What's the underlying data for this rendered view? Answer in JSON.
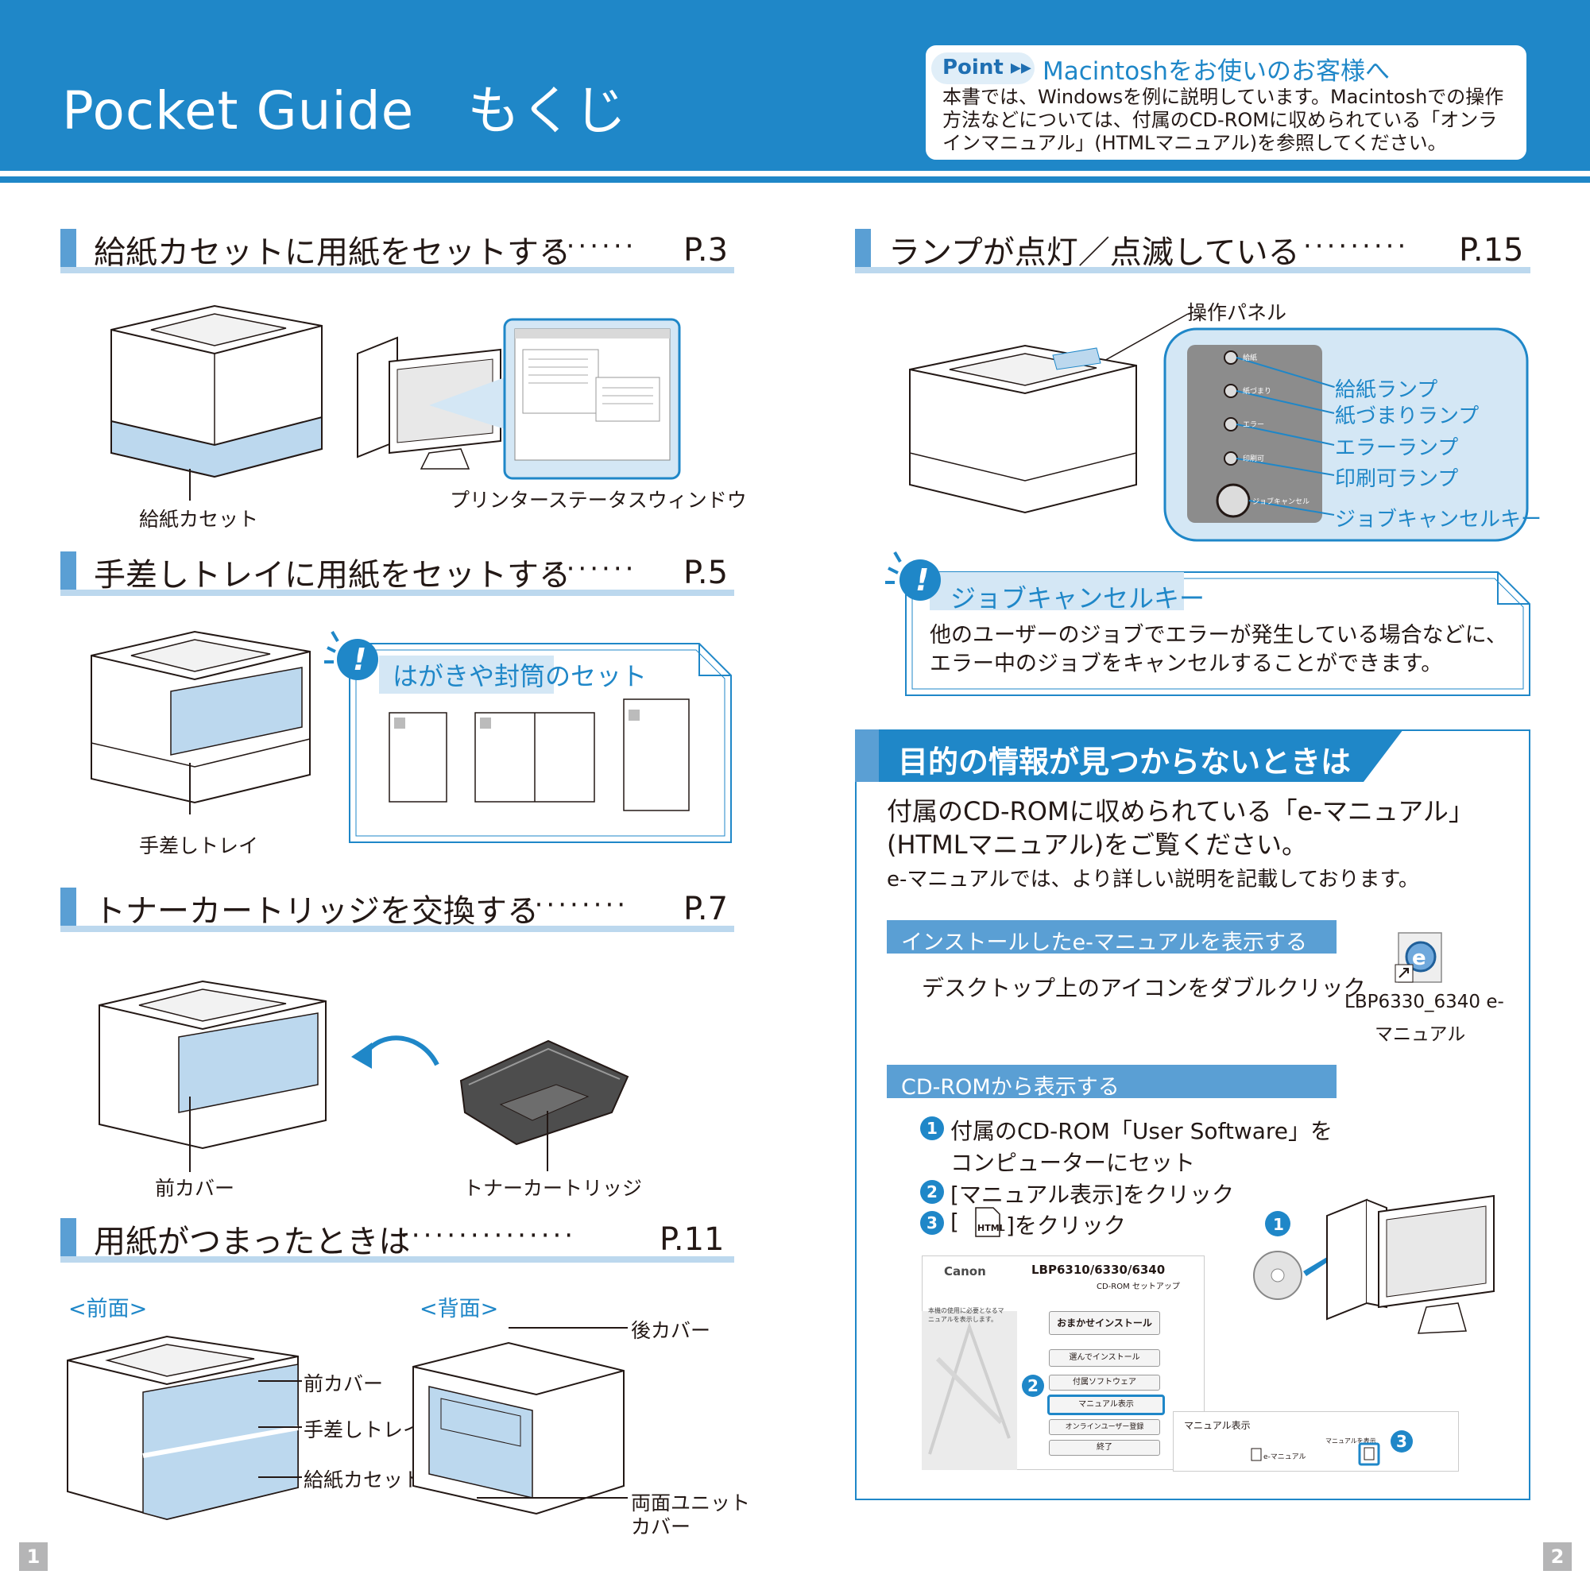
{
  "header": {
    "title": "Pocket Guide　もくじ",
    "point": {
      "badge": "Point ▸▸",
      "title": "Macintoshをお使いのお客様へ",
      "body": "本書では、Windowsを例に説明しています。Macintoshでの操作方法などについては、付属のCD-ROMに収められている「オンラインマニュアル」(HTMLマニュアル)を参照してください。"
    }
  },
  "left": {
    "sec1": {
      "title": "給紙カセットに用紙をセットする",
      "dots": "········",
      "page": "P.3",
      "labels": {
        "cassette": "給紙カセット",
        "status_window": "プリンターステータスウィンドウ"
      }
    },
    "sec2": {
      "title": "手差しトレイに用紙をセットする",
      "dots": "········",
      "page": "P.5",
      "label_tray": "手差しトレイ",
      "note_title": "はがきや封筒のセット"
    },
    "sec3": {
      "title": "トナーカートリッジを交換する",
      "dots": "··········",
      "page": "P.7",
      "labels": {
        "front_cover": "前カバー",
        "toner": "トナーカートリッジ"
      }
    },
    "sec4": {
      "title": "用紙がつまったときは",
      "dots": "···············",
      "page": "P.11",
      "front_label": "<前面>",
      "back_label": "<背面>",
      "labels": {
        "front_cover": "前カバー",
        "tray": "手差しトレイ",
        "cassette": "給紙カセット",
        "rear_cover": "後カバー",
        "duplex_cover_1": "両面ユニット",
        "duplex_cover_2": "カバー"
      }
    }
  },
  "right": {
    "sec5": {
      "title": "ランプが点灯／点滅している",
      "dots": "·········",
      "page": "P.15",
      "panel_label": "操作パネル",
      "lamps": [
        "給紙ランプ",
        "紙づまりランプ",
        "エラーランプ",
        "印刷可ランプ",
        "ジョブキャンセルキー"
      ],
      "panel_small": [
        "給紙",
        "紙づまり",
        "エラー",
        "印刷可",
        "ジョブキャンセル"
      ],
      "note_title": "ジョブキャンセルキー",
      "note_body": "他のユーザーのジョブでエラーが発生している場合などに、エラー中のジョブをキャンセルすることができます。"
    },
    "info": {
      "title": "目的の情報が見つからないときは",
      "lead": "付属のCD-ROMに収められている「e-マニュアル」(HTMLマニュアル)をご覧ください。",
      "sub": "e-マニュアルでは、より詳しい説明を記載しております。",
      "bar1": "インストールしたe-マニュアルを表示する",
      "desktop": "デスクトップ上のアイコンをダブルクリック",
      "icon_label_1": "LBP6330_6340 e-",
      "icon_label_2": "マニュアル",
      "bar2": "CD-ROMから表示する",
      "steps": [
        {
          "num": "1",
          "line1": "付属のCD-ROM「User Software」を",
          "line2": "コンピューターにセット"
        },
        {
          "num": "2",
          "line1": "[マニュアル表示]をクリック"
        },
        {
          "num": "3",
          "line1": "[",
          "line1b": "]をクリック"
        }
      ],
      "screen": {
        "brand": "Canon",
        "model": "LBP6310/6330/6340",
        "subtitle": "CD-ROM セットアップ",
        "side_text": "本機の使用に必要となるマニュアルを表示します。",
        "buttons": [
          "おまかせインストール",
          "選んでインストール",
          "付属ソフトウェア",
          "マニュアル表示",
          "オンラインユーザー登録",
          "終了"
        ],
        "panel_title": "マニュアル表示",
        "panel_item": "e-マニュアル",
        "panel_hdr": "マニュアルを表示"
      }
    }
  },
  "page_numbers": [
    "1",
    "2"
  ]
}
